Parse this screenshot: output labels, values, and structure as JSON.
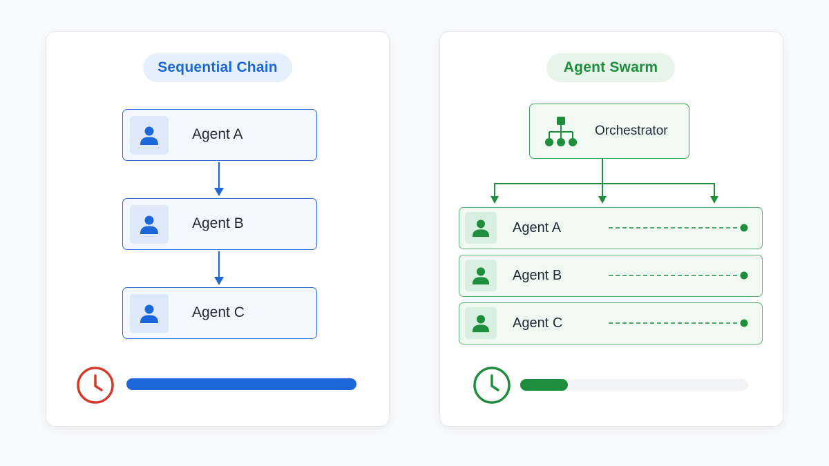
{
  "colors": {
    "blue": "#1b66d9",
    "green": "#1e8e3e",
    "red": "#d33a2c",
    "track": "#f1f3f4"
  },
  "icons": {
    "agent": "person-icon",
    "orchestrator": "hierarchy-icon",
    "timer": "clock-icon"
  },
  "left_panel": {
    "title": "Sequential Chain",
    "agents": [
      "Agent A",
      "Agent B",
      "Agent C"
    ],
    "progress": 1.0
  },
  "right_panel": {
    "title": "Agent Swarm",
    "orchestrator": "Orchestrator",
    "agents": [
      "Agent A",
      "Agent B",
      "Agent C"
    ],
    "progress": 0.21
  }
}
